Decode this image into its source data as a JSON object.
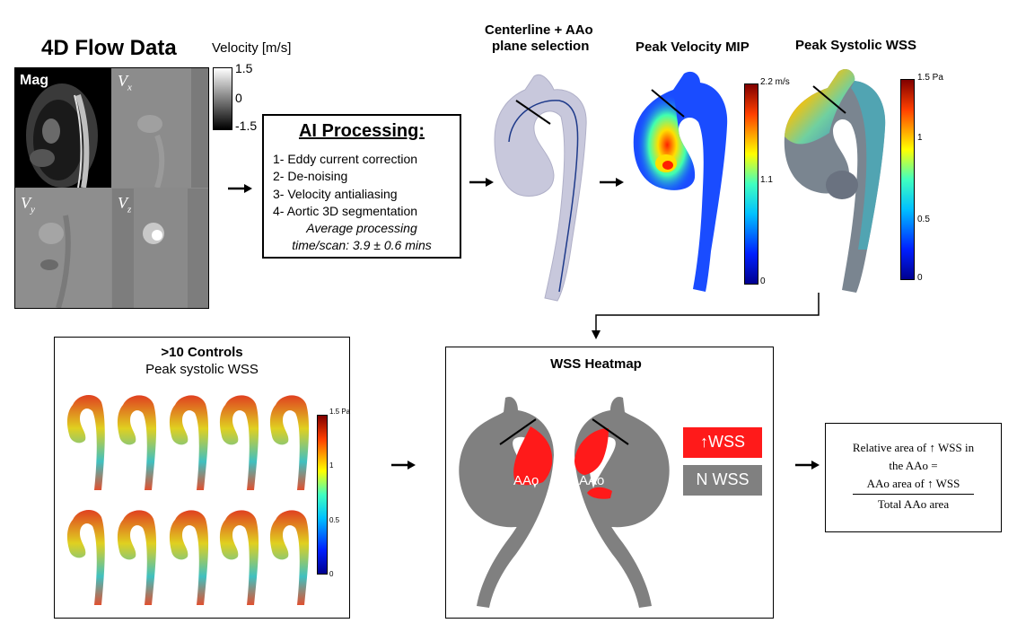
{
  "flow_data": {
    "title": "4D Flow Data",
    "velocity_label": "Velocity [m/s]",
    "scale_ticks": [
      "1.5",
      "0",
      "-1.5"
    ],
    "panels": {
      "mag": "Mag",
      "vx": "V",
      "vx_sub": "x",
      "vy": "V",
      "vy_sub": "y",
      "vz": "V",
      "vz_sub": "z"
    }
  },
  "ai_box": {
    "title": "AI Processing:",
    "steps": [
      "1- Eddy current  correction",
      "2- De-noising",
      "3- Velocity antialiasing",
      "4- Aortic 3D segmentation"
    ],
    "note_line1": "Average processing",
    "note_line2": "time/scan: 3.9 ± 0.6 mins"
  },
  "centerline": {
    "line1": "Centerline + AAo",
    "line2": "plane selection"
  },
  "peak_velocity": {
    "title": "Peak Velocity MIP",
    "ticks": [
      "2.2 m/s",
      "1.1",
      "0"
    ]
  },
  "peak_wss": {
    "title": "Peak Systolic WSS",
    "ticks": [
      "1.5 Pa",
      "1",
      "0.5",
      "0"
    ]
  },
  "controls": {
    "title": ">10 Controls",
    "subtitle": "Peak systolic WSS",
    "ticks": [
      "1.5 Pa",
      "1",
      "0.5",
      "0"
    ]
  },
  "heatmap": {
    "title": "WSS Heatmap",
    "aao_label": "AAo",
    "legend_high": "↑WSS",
    "legend_normal": "N WSS",
    "high_color": "#ff1a1a",
    "normal_color": "#808080"
  },
  "formula": {
    "line1": "Relative area of ↑ WSS in",
    "line2": "the AAo =",
    "numerator": "AAo area of ↑ WSS",
    "denominator": "Total AAo area"
  }
}
